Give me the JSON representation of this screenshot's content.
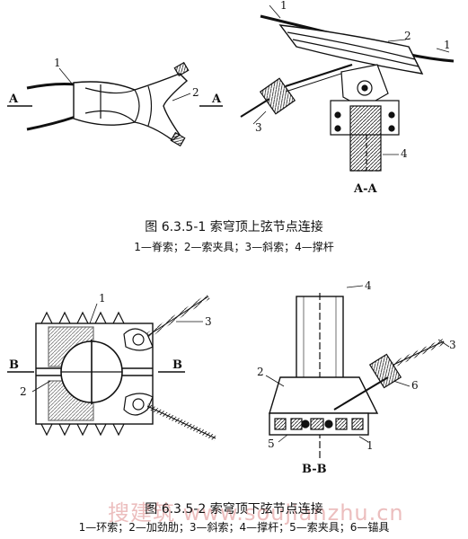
{
  "figure1": {
    "caption": "图 6.3.5-1   索穹顶上弦节点连接",
    "legend": "1—脊索；2—索夹具；3—斜索；4—撑杆",
    "labels": {
      "left_1": "1",
      "left_2": "2",
      "left_A_left": "A",
      "left_A_right": "A",
      "right_1_top": "1",
      "right_1_right": "1",
      "right_2": "2",
      "right_3": "3",
      "right_4": "4",
      "section": "A-A"
    }
  },
  "figure2": {
    "caption": "图 6.3.5-2   索穹顶下弦节点连接",
    "legend": "1—环索；2—加劲肋；3—斜索；4—撑杆；5—索夹具；6—锚具",
    "labels": {
      "left_1": "1",
      "left_2": "2",
      "left_3": "3",
      "left_B_left": "B",
      "left_B_right": "B",
      "right_1": "1",
      "right_2": "2",
      "right_3": "3",
      "right_4": "4",
      "right_5": "5",
      "right_6": "6",
      "section": "B-B"
    }
  },
  "watermark": "搜建筑 www.soujianzhu.cn"
}
